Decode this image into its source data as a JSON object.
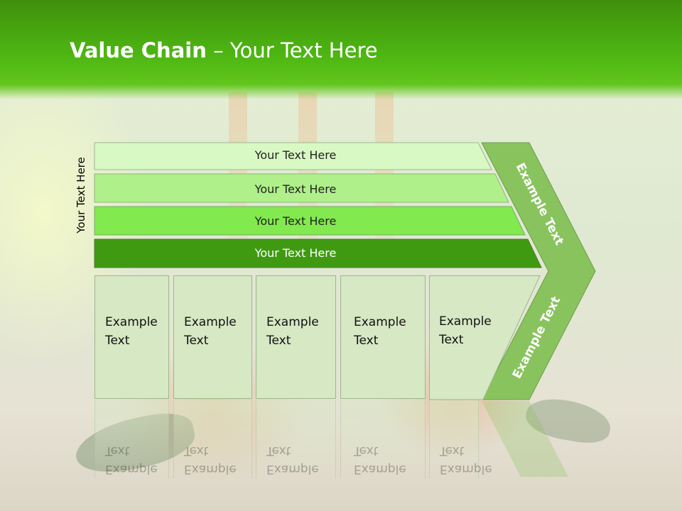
{
  "title": {
    "bold": "Value Chain",
    "rest": " – Your Text Here"
  },
  "side_label": "Your Text Here",
  "bands": [
    {
      "label": "Your Text Here",
      "fill": "#d9f9c4"
    },
    {
      "label": "Your Text Here",
      "fill": "#aff08a"
    },
    {
      "label": "Your Text Here",
      "fill": "#82e94f"
    },
    {
      "label": "Your Text Here",
      "fill": "#3f9a12"
    }
  ],
  "chevron": {
    "top_text": "Example Text",
    "bottom_text": "Example Text",
    "fill": "#89c35e"
  },
  "boxes": [
    {
      "line1": "Example",
      "line2": "Text"
    },
    {
      "line1": "Example",
      "line2": "Text"
    },
    {
      "line1": "Example",
      "line2": "Text"
    },
    {
      "line1": "Example",
      "line2": "Text"
    },
    {
      "line1": "Example",
      "line2": "Text"
    }
  ]
}
